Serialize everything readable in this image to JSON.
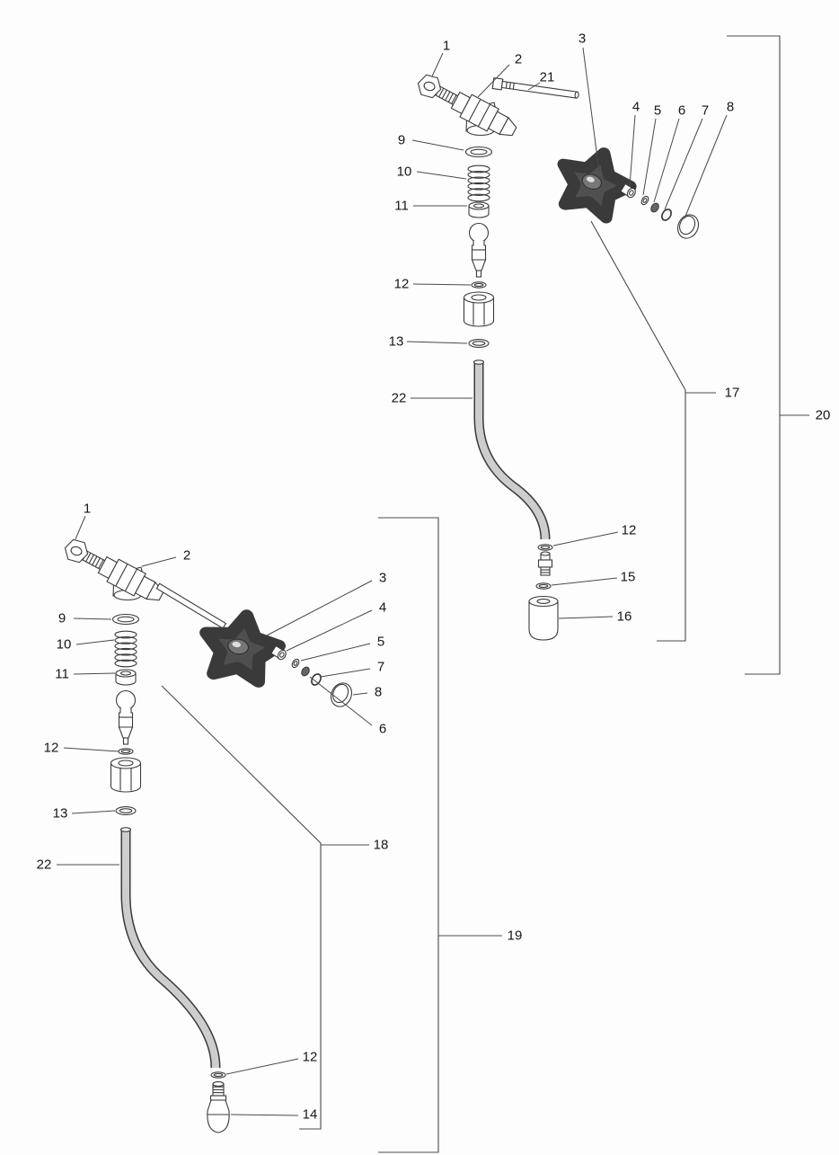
{
  "diagram": {
    "kind": "exploded-parts-diagram",
    "subject": "steam/water tap valve assemblies exploded view",
    "colors": {
      "background": "#fdfdfd",
      "line": "#3a3a3a",
      "knob": "#4f4f4f",
      "pipe_fill": "#cdcdcd"
    },
    "assemblies": {
      "top": {
        "callouts": [
          {
            "part": "1"
          },
          {
            "part": "2"
          },
          {
            "part": "21"
          },
          {
            "part": "3"
          },
          {
            "part": "4"
          },
          {
            "part": "5"
          },
          {
            "part": "6"
          },
          {
            "part": "7"
          },
          {
            "part": "8"
          },
          {
            "part": "9"
          },
          {
            "part": "10"
          },
          {
            "part": "11"
          },
          {
            "part": "12"
          },
          {
            "part": "13"
          },
          {
            "part": "22"
          },
          {
            "part": "12"
          },
          {
            "part": "15"
          },
          {
            "part": "16"
          },
          {
            "part": "17"
          },
          {
            "part": "20"
          }
        ]
      },
      "bottom": {
        "callouts": [
          {
            "part": "1"
          },
          {
            "part": "2"
          },
          {
            "part": "3"
          },
          {
            "part": "4"
          },
          {
            "part": "5"
          },
          {
            "part": "7"
          },
          {
            "part": "8"
          },
          {
            "part": "6"
          },
          {
            "part": "9"
          },
          {
            "part": "10"
          },
          {
            "part": "11"
          },
          {
            "part": "12"
          },
          {
            "part": "13"
          },
          {
            "part": "22"
          },
          {
            "part": "12"
          },
          {
            "part": "14"
          },
          {
            "part": "18"
          },
          {
            "part": "19"
          }
        ]
      }
    }
  }
}
